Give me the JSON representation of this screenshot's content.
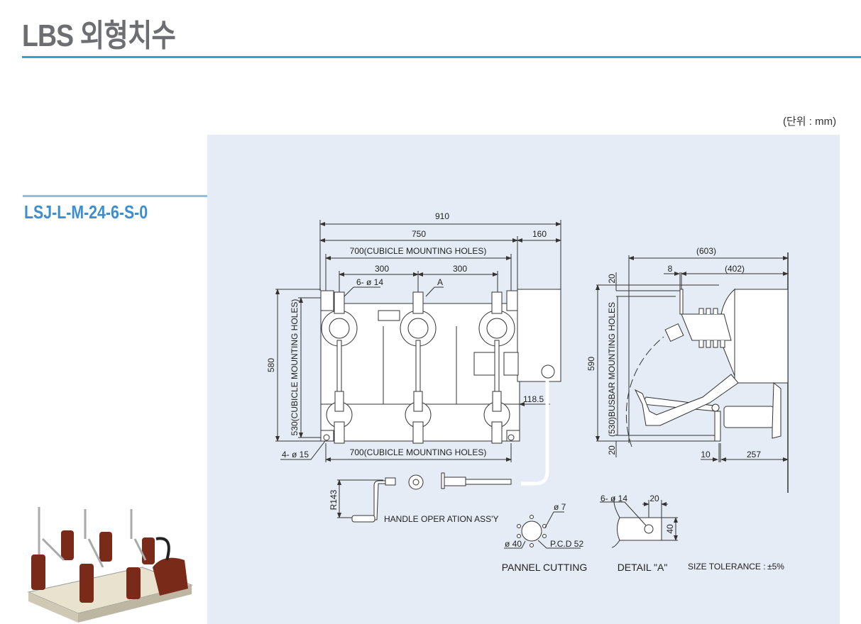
{
  "header": {
    "title": "LBS 외형치수",
    "unit": "(단위 : mm)"
  },
  "model": {
    "name": "LSJ-L-M-24-6-S-0"
  },
  "colors": {
    "accent": "#29a3dc",
    "model_text": "#3b8fd1",
    "panel_bg": "#e5ecf5",
    "title_text": "#6d6e71",
    "insulator": "#7a2a18"
  },
  "front_view": {
    "dim_overall": "910",
    "dim_body": "750",
    "dim_box": "160",
    "dim_mount_top": "700(CUBICLE MOUNTING HOLES)",
    "dim_pitch_left": "300",
    "dim_pitch_right": "300",
    "holes_top": "6- ø 14",
    "detail_ref": "A",
    "dim_height": "580",
    "dim_mount_vert": "530(CUBICLE MOUNTING HOLES)",
    "holes_bottom": "4- ø 15",
    "dim_mount_bottom": "700(CUBICLE MOUNTING HOLES)",
    "dim_cable": "118.5"
  },
  "side_view": {
    "dim_depth": "(603)",
    "dim_offset": "8",
    "dim_box_depth": "(402)",
    "dim_top": "20",
    "dim_height": "590",
    "dim_busbar": "(530)BUSBAR MOUNTING HOLES",
    "dim_bottom": "20",
    "dim_plate": "10",
    "dim_rear": "257"
  },
  "handle": {
    "radius": "R143",
    "label": "HANDLE OPER  ATION ASS'Y"
  },
  "panel_cutting": {
    "hole": "ø 7",
    "diameter": "ø 40",
    "pcd": "P.C.D 52",
    "label": "PANNEL CUTTING"
  },
  "detail_a": {
    "holes": "6- ø 14",
    "dim_width": "20",
    "dim_height": "40",
    "label": "DETAIL \"A\""
  },
  "tolerance": {
    "label": "SIZE TOLERANCE :",
    "value": "±5%"
  }
}
